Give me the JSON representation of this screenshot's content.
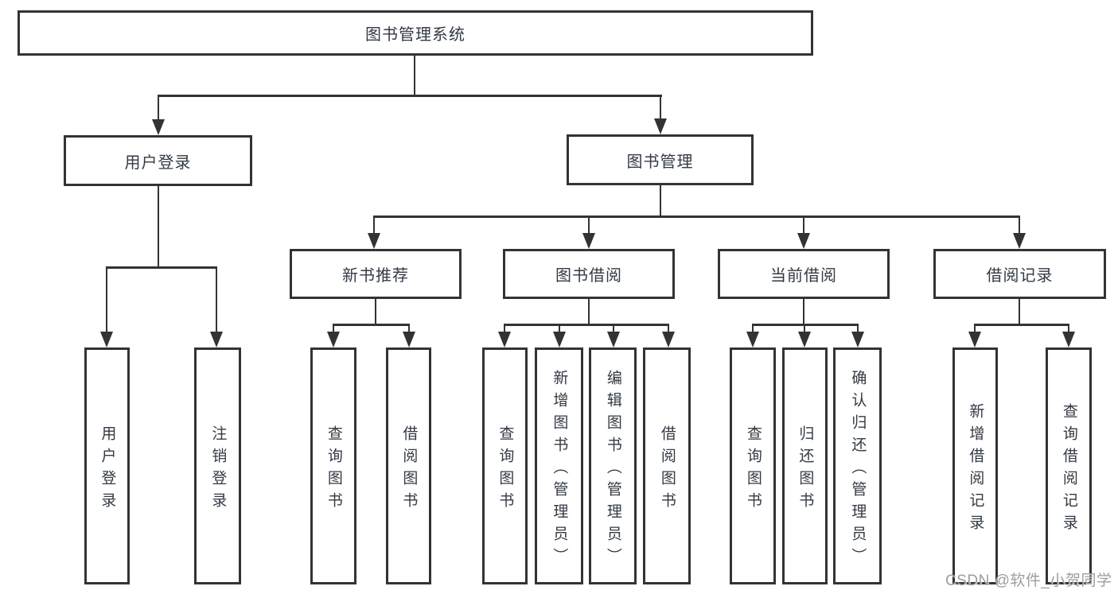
{
  "diagram": {
    "title": "图书管理系统",
    "root": "图书管理系统",
    "level2": {
      "user_login": "用户登录",
      "book_mgmt": "图书管理"
    },
    "level3": {
      "new_book_rec": "新书推荐",
      "book_borrow": "图书借阅",
      "current_borrow": "当前借阅",
      "borrow_record": "借阅记录"
    },
    "leaves": {
      "user_login": "用户登录",
      "logout": "注销登录",
      "rec_query_book": "查询图书",
      "rec_borrow_book": "借阅图书",
      "bb_query_book": "查询图书",
      "bb_add_book": "新增图书（管理员）",
      "bb_edit_book": "编辑图书（管理员）",
      "bb_borrow_book": "借阅图书",
      "cb_query_book": "查询图书",
      "cb_return_book": "归还图书",
      "cb_confirm_return": "确认归还（管理员）",
      "br_add_record": "新增借阅记录",
      "br_query_record": "查询借阅记录"
    }
  },
  "watermark": "CSDN @软件_小贺同学",
  "colors": {
    "line": "#333333",
    "text": "#333a44",
    "watermark": "#9d9d9d",
    "background": "#ffffff"
  }
}
